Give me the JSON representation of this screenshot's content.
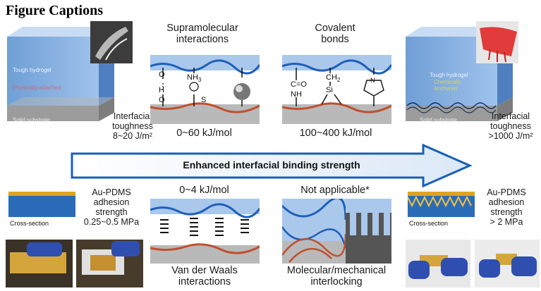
{
  "heading": "Figure Captions",
  "top_left": {
    "block_label_1": "Tough hydrogel",
    "block_label_2": "Physically attached",
    "block_label_3": "Solid substrate",
    "toughness_label": "Interfacial toughness",
    "toughness_value": "8~20 J/m²"
  },
  "top_right": {
    "block_label_1": "Tough hydrogel",
    "block_label_2": "Chemically anchored",
    "block_label_3": "Solid substrate",
    "toughness_label": "Interfacial toughness",
    "toughness_value": ">1000 J/m²"
  },
  "supramolecular": {
    "title_line1": "Supramolecular",
    "title_line2": "interactions",
    "energy": "0~60 kJ/mol"
  },
  "covalent": {
    "title_line1": "Covalent",
    "title_line2": "bonds",
    "energy": "100~400 kJ/mol"
  },
  "arrow_label": "Enhanced interfacial binding strength",
  "bottom_left": {
    "line1": "Au-PDMS",
    "line2": "adhesion",
    "line3": "strength",
    "line4": "0.25~0.5 MPa",
    "cross_section": "Cross-section"
  },
  "vdw": {
    "energy": "0~4 kJ/mol",
    "title_line1": "Van der Waals",
    "title_line2": "interactions"
  },
  "interlock": {
    "header": "Not applicable*",
    "title_line1": "Molecular/mechanical",
    "title_line2": "interlocking"
  },
  "bottom_right": {
    "line1": "Au-PDMS",
    "line2": "adhesion",
    "line3": "strength",
    "line4": "> 2 MPa",
    "cross_section": "Cross-section"
  },
  "chem": {
    "h3": "NH",
    "three": "3",
    "c_eq_o": "C=O",
    "nh": "NH",
    "ch2": "CH",
    "two": "2",
    "si": "Si",
    "o": "O",
    "h": "H",
    "n": "N",
    "s": "S"
  },
  "colors": {
    "hydrogel_blue": "#a9c8ec",
    "hydrogel_line": "#1f5fb8",
    "substrate_gray": "#b9b9b9",
    "interface_red": "#c0502f",
    "arrow_blue": "#1a5fb4"
  }
}
